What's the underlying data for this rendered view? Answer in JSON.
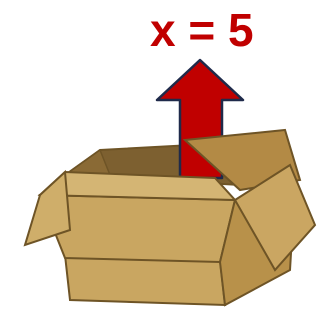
{
  "equation": {
    "text": "x = 5",
    "color": "#c00000"
  },
  "arrow": {
    "direction": "up",
    "fill": "#c00000",
    "stroke": "#1f2a4a"
  },
  "box": {
    "state": "open",
    "colors": {
      "front": "#c9a661",
      "side": "#b8914a",
      "inside": "#8a6a35",
      "flap": "#d4b574",
      "outline": "#6e5426"
    }
  }
}
